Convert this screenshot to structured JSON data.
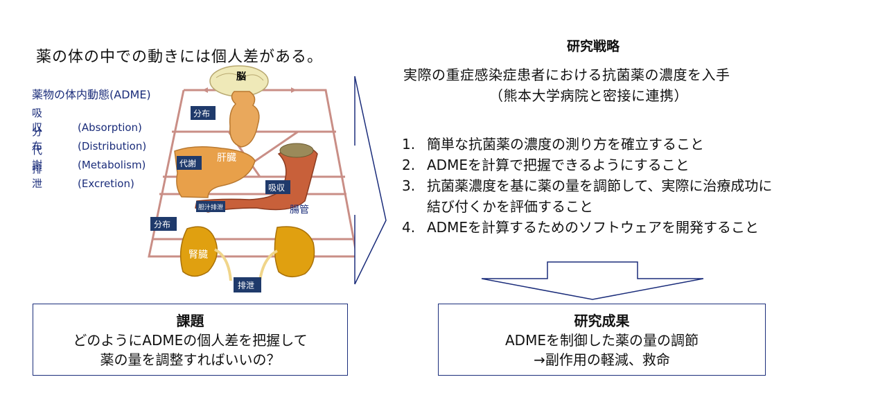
{
  "left": {
    "headline": "薬の体の中での動きには個人差がある。",
    "adme_title": "薬物の体内動態(ADME)",
    "adme_items": [
      {
        "key": "吸　収",
        "value": "(Absorption)"
      },
      {
        "key": "分　布",
        "value": "(Distribution)"
      },
      {
        "key": "代　謝",
        "value": "(Metabolism)"
      },
      {
        "key": "排　泄",
        "value": "(Excretion)"
      }
    ],
    "diagram": {
      "brain": "脳",
      "liver": "肝臓",
      "intestine": "腸管",
      "kidney": "腎臓",
      "tag_distribution_top": "分布",
      "tag_metabolism": "代謝",
      "tag_absorption": "吸収",
      "tag_bile": "胆汁排泄",
      "tag_distribution_bottom": "分布",
      "tag_excretion": "排泄"
    },
    "issue_box": {
      "title": "課題",
      "line1": "どのようにADMEの個人差を把握して",
      "line2": "薬の量を調整すればいいの？"
    }
  },
  "right": {
    "strategy_title": "研究戦略",
    "intro_line1": "実際の重症感染症患者における抗菌薬の濃度を入手",
    "intro_line2": "（熊本大学病院と密接に連携）",
    "steps": [
      {
        "num": "1.",
        "lines": [
          "簡単な抗菌薬の濃度の測り方を確立すること"
        ]
      },
      {
        "num": "2.",
        "lines": [
          "ADMEを計算で把握できるようにすること"
        ]
      },
      {
        "num": "3.",
        "lines": [
          "抗菌薬濃度を基に薬の量を調節して、実際に治療成功に",
          "結び付くかを評価すること"
        ]
      },
      {
        "num": "4.",
        "lines": [
          "ADMEを計算するためのソフトウェアを開発すること"
        ]
      }
    ],
    "result_box": {
      "title": "研究成果",
      "line1": "ADMEを制御した薬の量の調節",
      "line2": "→副作用の軽減、救命"
    }
  },
  "colors": {
    "navy": "#1a2c7a",
    "tag_bg": "#1f3a6b",
    "frame": "#c98e86",
    "liver": "#e8a04a",
    "intestine": "#c8603a",
    "kidney": "#e0a010"
  }
}
